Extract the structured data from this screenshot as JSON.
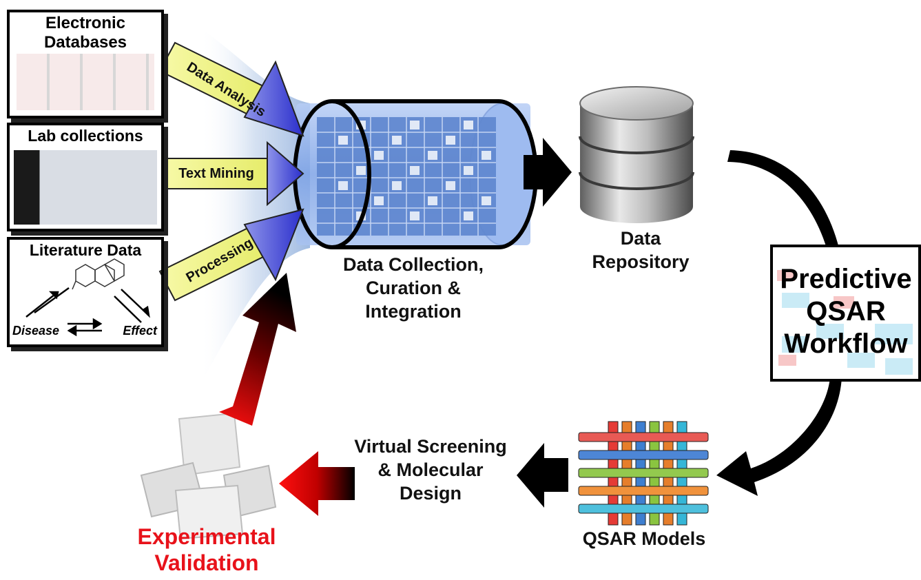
{
  "sources": {
    "electronic_databases": "Electronic\nDatabases",
    "lab_collections": "Lab collections",
    "literature_data": "Literature Data",
    "disease": "Disease",
    "effect": "Effect"
  },
  "arrows": {
    "data_analysis": "Data Analysis",
    "text_mining": "Text Mining",
    "processing": "Processing"
  },
  "labels": {
    "collection_1": "Data Collection,",
    "collection_2": "Curation &",
    "collection_3": "Integration",
    "repository_1": "Data",
    "repository_2": "Repository",
    "workflow_1": "Predictive",
    "workflow_2": "QSAR",
    "workflow_3": "Workflow",
    "models": "QSAR Models",
    "screening_1": "Virtual Screening",
    "screening_2": "& Molecular",
    "screening_3": "Design",
    "validation_1": "Experimental",
    "validation_2": "Validation"
  },
  "colors": {
    "arrow_text_bg": "#f3f58a",
    "arrow_head": "#3c3fd0",
    "validation_red": "#e8121a",
    "cylinder_blue": "#8fb3ec"
  }
}
